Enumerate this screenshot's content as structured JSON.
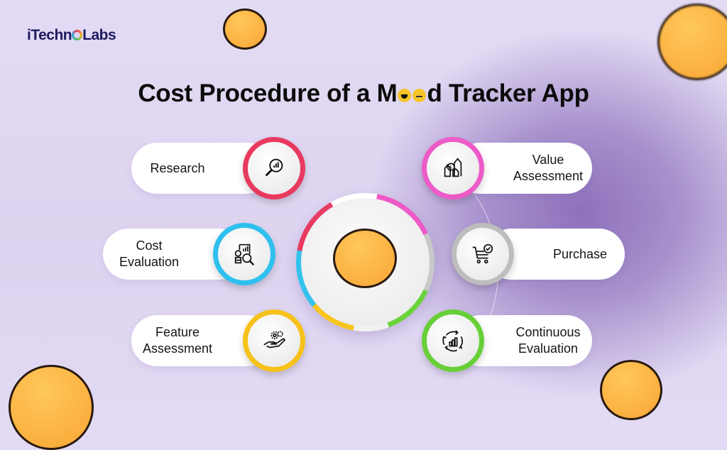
{
  "brand": {
    "logo_text_pre": "iTechn",
    "logo_text_post": "Labs"
  },
  "title": {
    "pre": "Cost Procedure of a M",
    "post": "d Tracker App"
  },
  "colors": {
    "research": "#e8395f",
    "cost_evaluation": "#2ec0ee",
    "feature_assessment": "#f6c21a",
    "value_assessment": "#ec5bc8",
    "purchase": "#bdbdbd",
    "continuous_evaluation": "#67cf37"
  },
  "steps": {
    "left": [
      {
        "label": "Research",
        "icon": "magnifier-chart-icon"
      },
      {
        "label_line1": "Cost",
        "label_line2": "Evaluation",
        "icon": "document-coins-search-icon"
      },
      {
        "label_line1": "Feature",
        "label_line2": "Assessment",
        "icon": "hand-gears-icon"
      }
    ],
    "right": [
      {
        "label_line1": "Value",
        "label_line2": "Assessment",
        "icon": "houses-dollar-icon"
      },
      {
        "label": "Purchase",
        "icon": "cart-check-icon"
      },
      {
        "label_line1": "Continuous",
        "label_line2": "Evaluation",
        "icon": "cycle-chart-icon"
      }
    ]
  },
  "hub": {
    "icon": "laughing-smiley-icon"
  }
}
